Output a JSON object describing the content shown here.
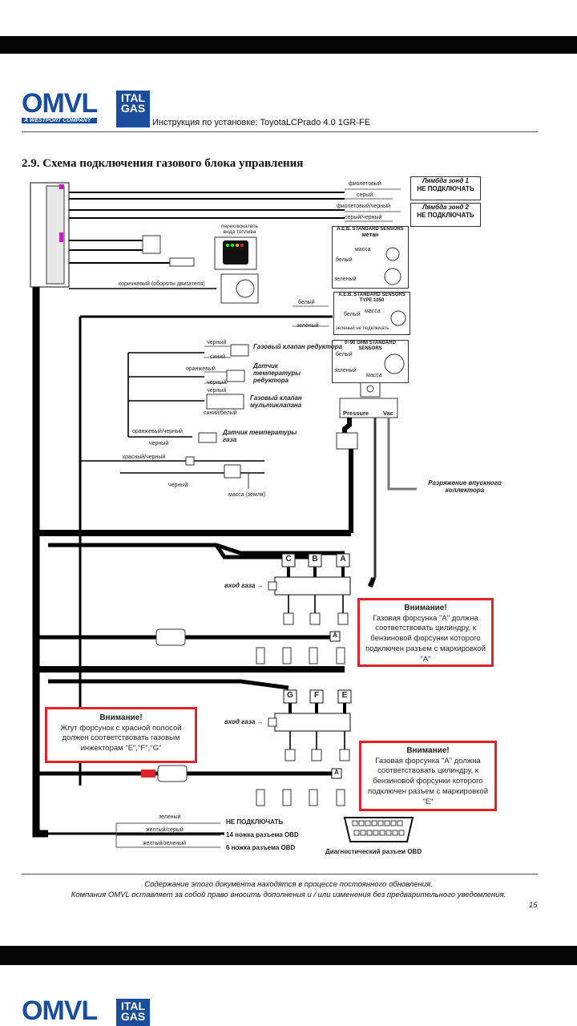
{
  "header": {
    "omvl_logo": "OMVL",
    "omvl_tagline": "A WESTPORT COMPANY",
    "italgas_logo": "ITAL GAS",
    "title": "Инструкция по установке: ToyotaLCPrado 4.0 1GR-FE"
  },
  "section": {
    "heading": "2.9. Схема подключения газового блока управления"
  },
  "diagram": {
    "wires": {
      "violet": "фиолетовый",
      "grey": "серый",
      "violet_black": "фиолетовый/черный",
      "grey_black": "серый/черный",
      "brown": "коричневый (обороты двигателя)",
      "white": "белый",
      "green": "зеленый",
      "black": "черный",
      "blue": "синий",
      "orange": "оранжевый",
      "blue_white": "синий/белый",
      "orange_black": "оранжевый/черный",
      "red_black": "красный/черный",
      "ground": "масса (земля)",
      "massa": "масса",
      "green2": "зеленый",
      "yellow_grey": "желтый/серый",
      "yellow_green": "желтый/зеленый"
    },
    "lambda1": {
      "line1": "Лямбда зонд 1",
      "line2": "НЕ ПОДКЛЮЧАТЬ"
    },
    "lambda2": {
      "line1": "Лямбда зонд 2",
      "line2": "НЕ ПОДКЛЮЧАТЬ"
    },
    "fuel_switch": "переключатель вида топлива",
    "sensor_methane": {
      "title": "A.E.B. STANDARD SENSORS",
      "sub": "метан",
      "white": "белый",
      "mass": "масса",
      "green": "зеленый"
    },
    "sensor_1050": {
      "title": "A.E.B. STANDARD SENSORS",
      "sub": "TYPE 1050",
      "white": "белый",
      "mass": "масса",
      "note": "зеленый не подключать"
    },
    "sensor_ohm": {
      "title": "0÷90 OHM STANDARD",
      "sub": "SENSORS",
      "white": "белый",
      "green": "зеленый",
      "mass": "масса"
    },
    "components": {
      "gas_valve": "Газовый клапан редуктора",
      "temp_sensor": "Датчик температуры редуктора",
      "multivalve": "Газовый клапан мультиклапана",
      "gas_temp": "Датчик температуры газа"
    },
    "map_sensor": {
      "pressure": "Pressure",
      "vac": "Vac"
    },
    "vacuum": "Разряжение впускного коллектора",
    "gas_inlet": "вход газа →",
    "rail1_letters": [
      "C",
      "B",
      "A"
    ],
    "rail2_letters": [
      "G",
      "F",
      "E"
    ],
    "marker_a": "A",
    "warning1": {
      "title": "Внимание!",
      "text": "Газовая форсунка \"А\" должна соответствовать цилиндру, к бензиновой форсунки которого подключен разъем с маркировкой \"А\""
    },
    "warning2": {
      "title": "Внимание!",
      "text": "Жгут форсунок с красной полосой должен соответствовать газовым инжекторам \"E\",\"F\",\"G\""
    },
    "warning3": {
      "title": "Внимание!",
      "text": "Газовая форсунка \"А\" должна соответствовать цилиндру, к бензиновой форсунки которого подключен разъем с маркировкой \"Е\""
    },
    "obd": {
      "not_connect": "НЕ ПОДКЛЮЧАТЬ",
      "pin14": "14 ножка разъема OBD",
      "pin6": "6 ножка разъема OBD",
      "label": "Диагностический разъем OBD"
    }
  },
  "footer": {
    "line1": "Содержание этого документа находятся в процессе постоянного обновления.",
    "line2": "Компания OMVL оставляет за собой право вносить дополнения и / или изменения без предварительного уведомления.",
    "page": "15"
  },
  "next_page": {
    "omvl_logo": "OMVL",
    "italgas_logo": "ITAL GAS"
  }
}
